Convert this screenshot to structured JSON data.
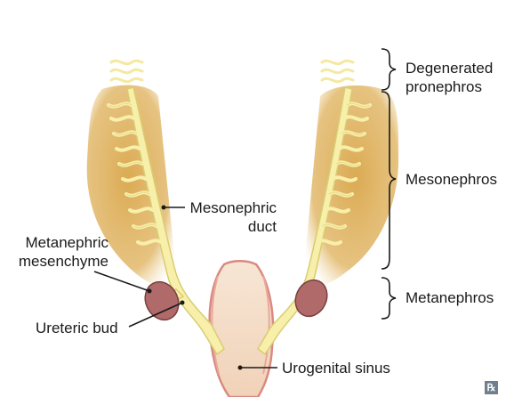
{
  "labels": {
    "degenerated_pronephros": [
      "Degenerated",
      "pronephros"
    ],
    "mesonephros": "Mesonephros",
    "metanephros": "Metanephros",
    "mesonephric_duct": [
      "Mesonephric",
      "duct"
    ],
    "metanephric_mesenchyme": [
      "Metanephric",
      "mesenchyme"
    ],
    "ureteric_bud": "Ureteric bud",
    "urogenital_sinus": "Urogenital sinus"
  },
  "badge": "℞",
  "colors": {
    "mesonephros_fill": "#d9a64a",
    "duct_fill": "#f7efaa",
    "duct_stroke": "#d8cd72",
    "kidney_fill": "#b06a6a",
    "kidney_stroke": "#7a3f3f",
    "sinus_fill": "#f4d9c3",
    "sinus_stroke": "#d98a80",
    "text": "#1a1a1a"
  }
}
